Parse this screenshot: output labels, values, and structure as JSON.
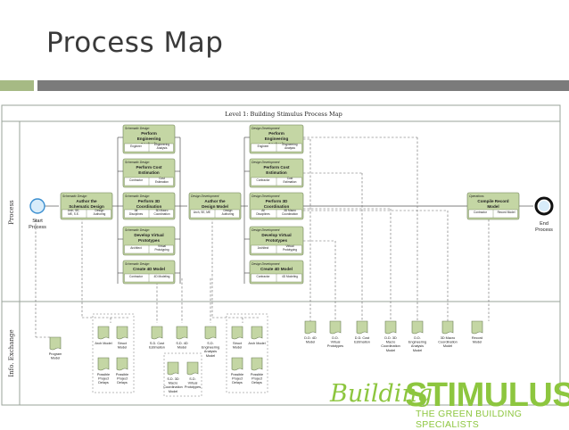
{
  "slide": {
    "title": "Process Map"
  },
  "map": {
    "title": "Level 1: Building Stimulus Process Map",
    "lane_process": "Process",
    "lane_exchange": "Info. Exchange",
    "start_label": "Start Process",
    "end_label": "End Process"
  },
  "groups": {
    "schematic": {
      "stage": "Schematic Design",
      "title": "Author the Schematic Design Model",
      "sub_left": "Arch, SE, ME, S.E.",
      "sub_right": "Design Authoring"
    },
    "design_dev": {
      "stage": "Design Development",
      "title": "Author the Design Model",
      "sub_left": "Arch, SE, ME",
      "sub_right": "Design Authoring"
    },
    "operations": {
      "stage": "Operations",
      "title": "Compile Record Model",
      "sub_left": "Contractor",
      "sub_right": "Record Model"
    }
  },
  "col1": [
    {
      "stage": "Schematic Design",
      "title": "Perform Engineering Analysis",
      "sub_left": "Engineer",
      "sub_right": "Engineering Analysis"
    },
    {
      "stage": "Schematic Design",
      "title": "Perform Cost Estimation",
      "sub_left": "Contractor",
      "sub_right": "Cost Estimation"
    },
    {
      "stage": "Schematic Design",
      "title": "Perform 3D Coordination",
      "sub_left": "All Disciplines",
      "sub_right": "3D Macro Coordination"
    },
    {
      "stage": "Schematic Design",
      "title": "Develop Virtual Prototypes",
      "sub_left": "Architect",
      "sub_right": "Virtual Prototyping"
    },
    {
      "stage": "Schematic Design",
      "title": "Create 4D Model",
      "sub_left": "Contractor",
      "sub_right": "4D Modeling"
    }
  ],
  "col2": [
    {
      "stage": "Design Development",
      "title": "Perform Engineering Analysis",
      "sub_left": "Engineer",
      "sub_right": "Engineering Analysis"
    },
    {
      "stage": "Design Development",
      "title": "Perform Cost Estimation",
      "sub_left": "Contractor",
      "sub_right": "Cost Estimation"
    },
    {
      "stage": "Design Development",
      "title": "Perform 3D Coordination",
      "sub_left": "All Disciplines",
      "sub_right": "3D Macro Coordination"
    },
    {
      "stage": "Design Development",
      "title": "Develop Virtual Prototypes",
      "sub_left": "Architect",
      "sub_right": "Virtual Prototyping"
    },
    {
      "stage": "Design Development",
      "title": "Create 4D Model",
      "sub_left": "Contractor",
      "sub_right": "4D Modeling"
    }
  ],
  "info": [
    {
      "label": "Program Model"
    },
    {
      "label": "Arch Model"
    },
    {
      "label": "Struct Model"
    },
    {
      "label": "Possible Project Delays"
    },
    {
      "label": "Possible Project Delays"
    },
    {
      "label": "S.D. Cost Estimation"
    },
    {
      "label": "S.D. 4D Model"
    },
    {
      "label": "S.D. Engineering Analysis Model"
    },
    {
      "label": "S.D. 3D Macro Coordination Model"
    },
    {
      "label": "S.D. Virtual Prototypes"
    },
    {
      "label": "Struct Model"
    },
    {
      "label": "Arch Model"
    },
    {
      "label": "Possible Project Delays"
    },
    {
      "label": "Possible Project Delays"
    },
    {
      "label": "D.D. 4D Model"
    },
    {
      "label": "D.D. Virtual Prototypes"
    },
    {
      "label": "D.D. Cost Estimation"
    },
    {
      "label": "D.D. 3D Macro Coordination Model"
    },
    {
      "label": "D.D. Engineering Analysis Model"
    },
    {
      "label": "3D Macro Coordination Model"
    },
    {
      "label": "Record Model"
    }
  ],
  "brand": {
    "word1": "Building",
    "word2": "STIMULUS",
    "tagline": "THE GREEN BUILDING SPECIALISTS"
  },
  "colors": {
    "accent_green": "#8dc63f",
    "bar_green": "#a6ba84",
    "bar_gray": "#7b7b7b",
    "node_green": "#c4d6a4"
  }
}
